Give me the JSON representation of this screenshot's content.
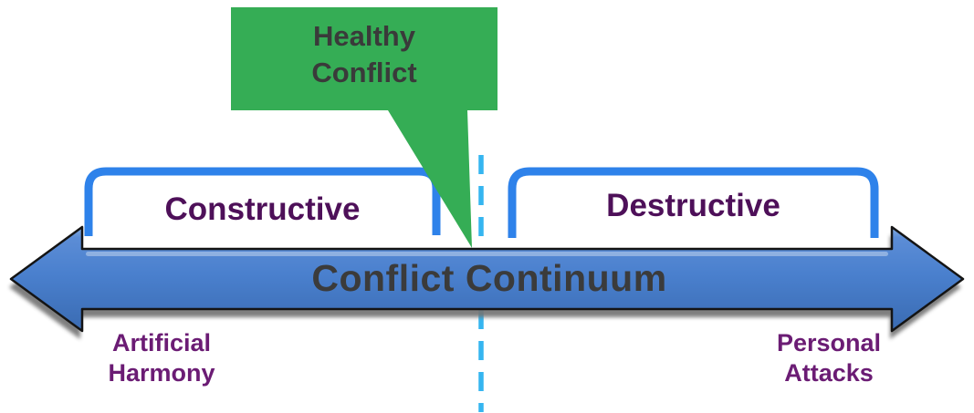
{
  "diagram_title": "Conflict Continuum",
  "callout": {
    "lines": [
      "Healthy",
      "Conflict"
    ],
    "shape": "speech-bubble-with-tail",
    "points_to": "center-of-continuum"
  },
  "zones": {
    "left": {
      "label": "Constructive"
    },
    "right": {
      "label": "Destructive"
    }
  },
  "arrow": {
    "label": "Conflict Continuum",
    "type": "double-headed-horizontal"
  },
  "end_labels": {
    "left": {
      "lines": [
        "Artificial",
        "Harmony"
      ]
    },
    "right": {
      "lines": [
        "Personal",
        "Attacks"
      ]
    }
  },
  "divider": {
    "style": "dashed-vertical-line",
    "position": "center"
  },
  "colors": {
    "callout_green": "#35ad55",
    "bracket_blue": "#2e82ea",
    "dashed_line_blue": "#35b5f0",
    "arrow_blue": "#4a80ce",
    "arrow_outline": "#141414",
    "arrow_shadow_gray": "#757575",
    "dark_text": "#3a3a3a",
    "zone_label_purple": "#4e1059",
    "end_label_purple": "#6b1c74"
  }
}
